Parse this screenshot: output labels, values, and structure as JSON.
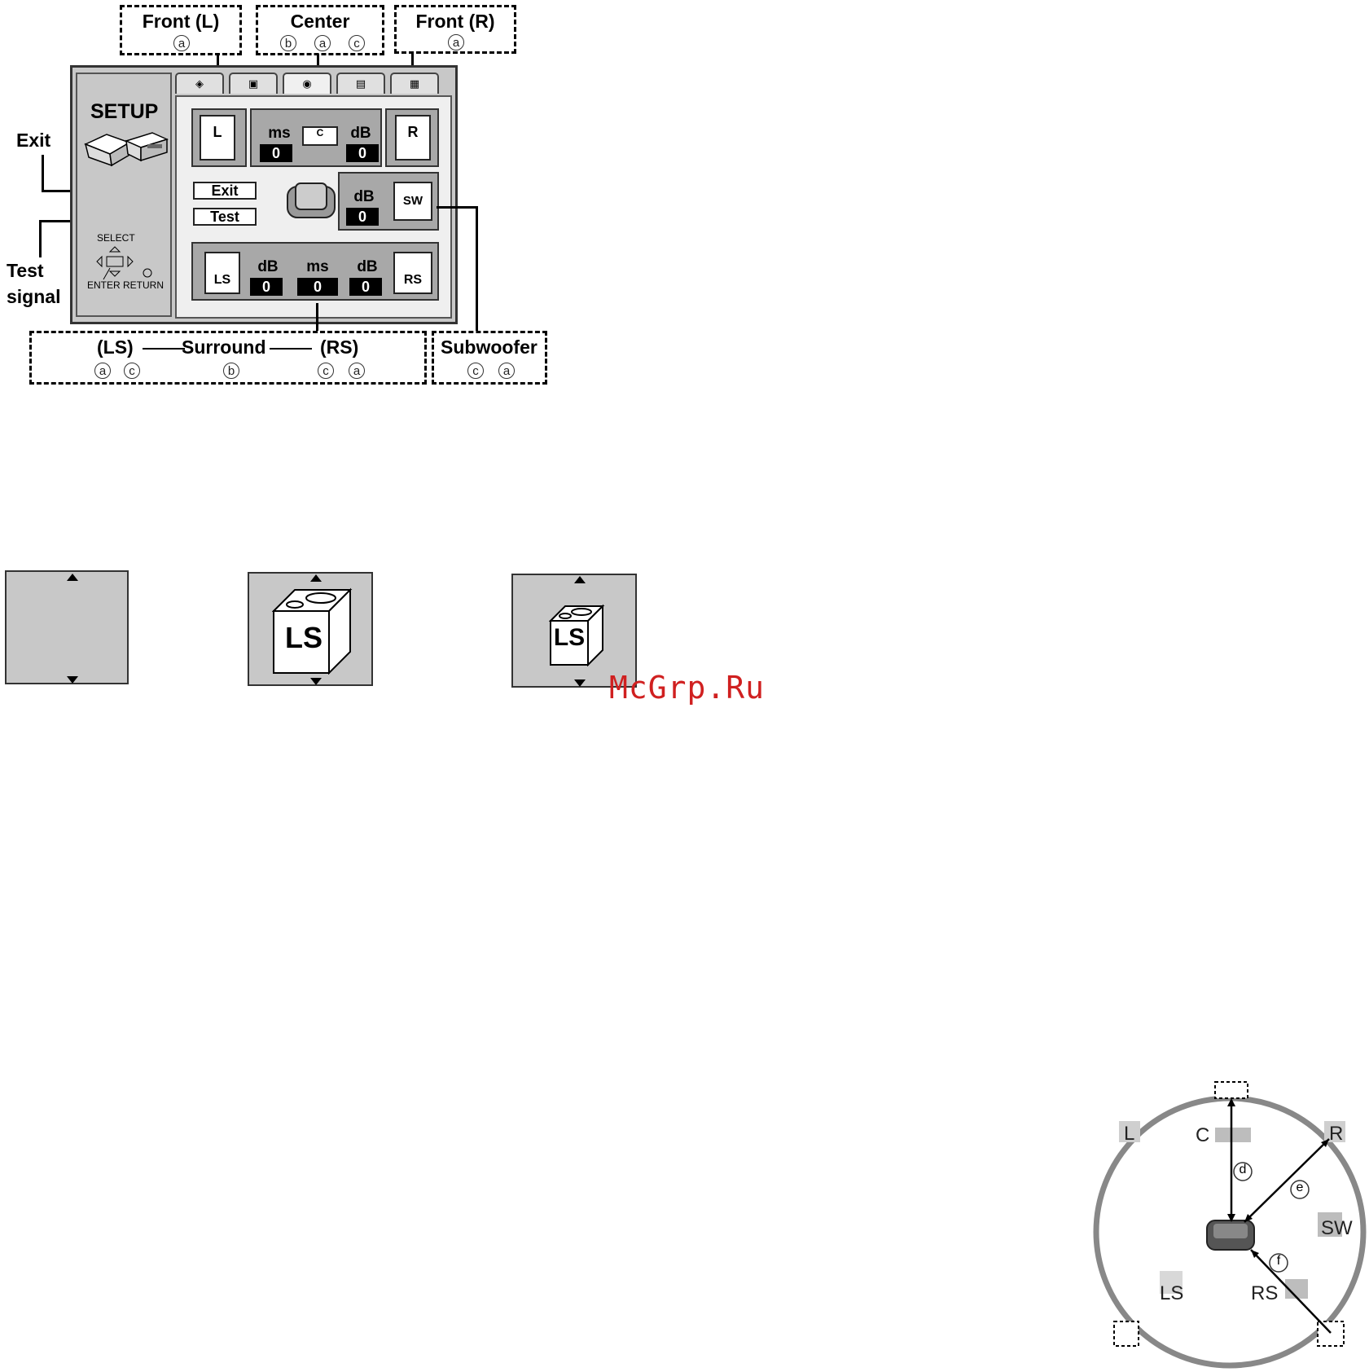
{
  "callouts": {
    "front_l": {
      "title": "Front (L)",
      "marks": [
        "a"
      ]
    },
    "center": {
      "title": "Center",
      "marks": [
        "b",
        "a",
        "c"
      ]
    },
    "front_r": {
      "title": "Front (R)",
      "marks": [
        "a"
      ]
    },
    "surround": {
      "ls": "(LS)",
      "title": "Surround",
      "rs": "(RS)",
      "ls_marks": [
        "a",
        "c"
      ],
      "mid_marks": [
        "b"
      ],
      "rs_marks": [
        "c",
        "a"
      ]
    },
    "subwoofer": {
      "title": "Subwoofer",
      "marks": [
        "c",
        "a"
      ]
    }
  },
  "side_labels": {
    "exit": "Exit",
    "test_line1": "Test",
    "test_line2": "signal"
  },
  "setup_panel": {
    "title": "SETUP",
    "front": {
      "l": "L",
      "r": "R",
      "center": "C",
      "ms_label": "ms",
      "ms_value": "0",
      "db_label": "dB",
      "db_value": "0"
    },
    "buttons": {
      "exit": "Exit",
      "test": "Test"
    },
    "subwoofer": {
      "label": "SW",
      "db_label": "dB",
      "db_value": "0"
    },
    "surround": {
      "ls": "LS",
      "rs": "RS",
      "db_l_label": "dB",
      "db_l_value": "0",
      "ms_label": "ms",
      "ms_value": "0",
      "db_r_label": "dB",
      "db_r_value": "0"
    },
    "nav": {
      "select": "SELECT",
      "enter": "ENTER",
      "return": "RETURN"
    }
  },
  "samples": {
    "large_label": "LS",
    "small_label": "LS"
  },
  "watermark": "McGrp.Ru",
  "diagram": {
    "labels": {
      "l": "L",
      "c": "C",
      "r": "R",
      "sw": "SW",
      "ls": "LS",
      "rs": "RS"
    },
    "marks": {
      "d": "d",
      "e": "e",
      "f": "f"
    }
  }
}
